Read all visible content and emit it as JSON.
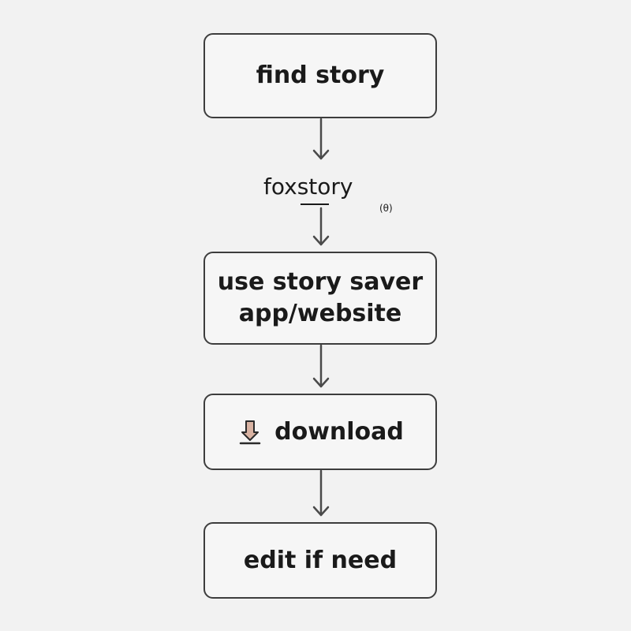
{
  "steps": [
    {
      "label": "find story"
    },
    {
      "line1": "use story saver",
      "line2": "app/website"
    },
    {
      "label": "download",
      "icon": "download-icon"
    },
    {
      "label": "edit if need"
    }
  ],
  "intermediate": {
    "prefix": "fox",
    "word": "story",
    "note": "(θ)"
  },
  "colors": {
    "background": "#f2f2f2",
    "box_fill": "#f6f6f6",
    "stroke": "#3d3d3d",
    "icon_fill": "#d9b3a3"
  }
}
